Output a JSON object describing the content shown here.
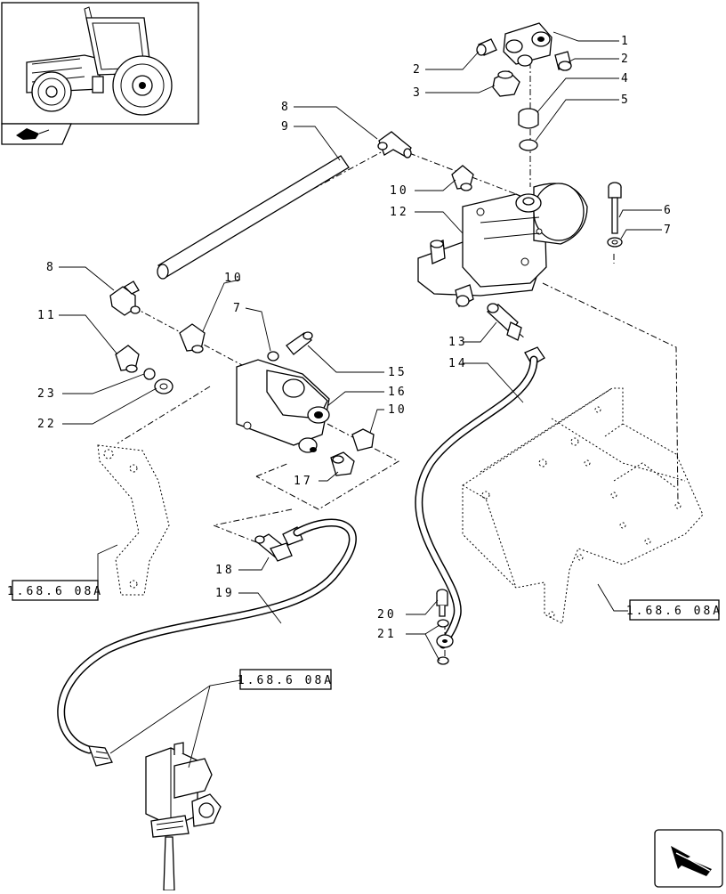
{
  "reference_boxes": [
    {
      "id": "ref-left",
      "text": "1.68.6 08A"
    },
    {
      "id": "ref-right",
      "text": "1.68.6 08A"
    },
    {
      "id": "ref-bottom",
      "text": "1.68.6 08A"
    }
  ],
  "callouts": {
    "c1": "1",
    "c2a": "2",
    "c2b": "2",
    "c3": "3",
    "c4": "4",
    "c5": "5",
    "c6": "6",
    "c7a": "7",
    "c7b": "7",
    "c8a": "8",
    "c8b": "8",
    "c9": "9",
    "c10a": "10",
    "c10b": "10",
    "c10c": "10",
    "c11": "11",
    "c12": "12",
    "c13": "13",
    "c14": "14",
    "c15": "15",
    "c16": "16",
    "c17": "17",
    "c18": "18",
    "c19": "19",
    "c20": "20",
    "c21": "21",
    "c22": "22",
    "c23": "23"
  },
  "icons": {
    "thumbnail": "tractor-thumbnail-icon",
    "section_tag": "section-tag-icon",
    "navigation": "next-page-arrow-icon"
  }
}
